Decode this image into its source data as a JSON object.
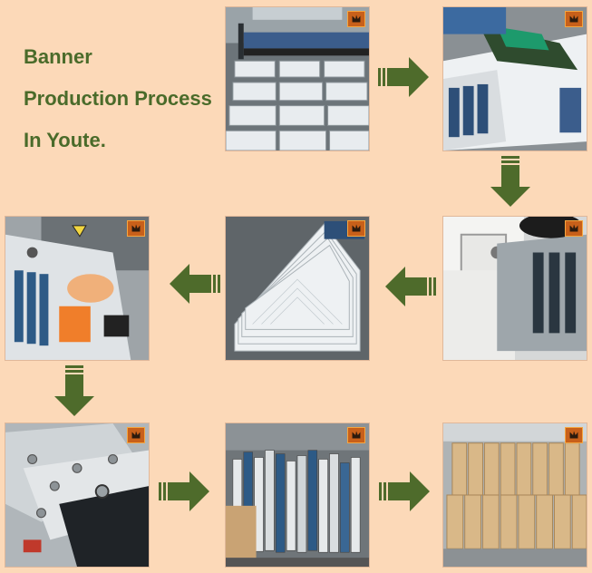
{
  "title": {
    "line1": "Banner",
    "line2": "Production Process",
    "line3": "In Youte."
  },
  "colors": {
    "background": "#fcd9b8",
    "title": "#4a6b2a",
    "arrow": "#4e6b2b",
    "logo": "#c8601a"
  },
  "steps": [
    {
      "id": "printing",
      "icon": "factory-logo-icon"
    },
    {
      "id": "inspecting",
      "icon": "factory-logo-icon"
    },
    {
      "id": "sewing",
      "icon": "factory-logo-icon"
    },
    {
      "id": "stacking",
      "icon": "factory-logo-icon"
    },
    {
      "id": "grommeting",
      "icon": "factory-logo-icon"
    },
    {
      "id": "grommet-detail",
      "icon": "factory-logo-icon"
    },
    {
      "id": "rolling",
      "icon": "factory-logo-icon"
    },
    {
      "id": "boxing",
      "icon": "factory-logo-icon"
    }
  ]
}
